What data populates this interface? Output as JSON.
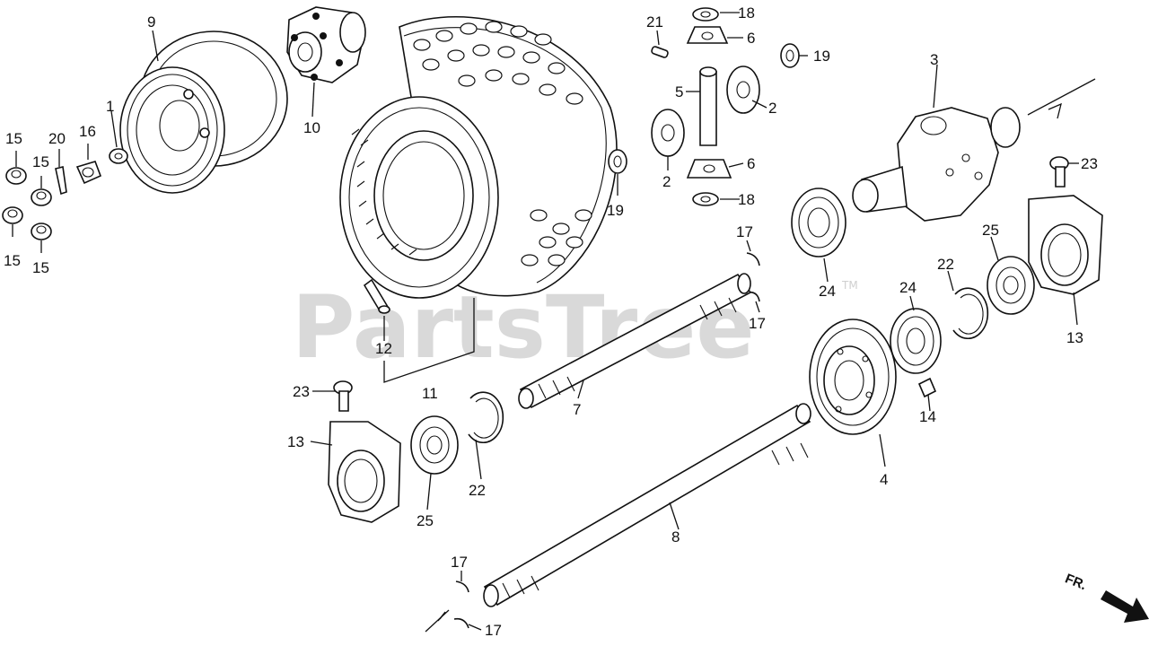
{
  "watermark": {
    "text": "PartsTree",
    "trademark": "TM"
  },
  "direction": {
    "text": "FR."
  },
  "callouts": [
    "1",
    "2",
    "2",
    "3",
    "4",
    "5",
    "6",
    "6",
    "7",
    "8",
    "9",
    "10",
    "11",
    "12",
    "13",
    "13",
    "14",
    "15",
    "15",
    "15",
    "15",
    "16",
    "17",
    "17",
    "17",
    "17",
    "18",
    "18",
    "19",
    "19",
    "20",
    "21",
    "22",
    "22",
    "23",
    "23",
    "24",
    "24",
    "25",
    "25"
  ]
}
